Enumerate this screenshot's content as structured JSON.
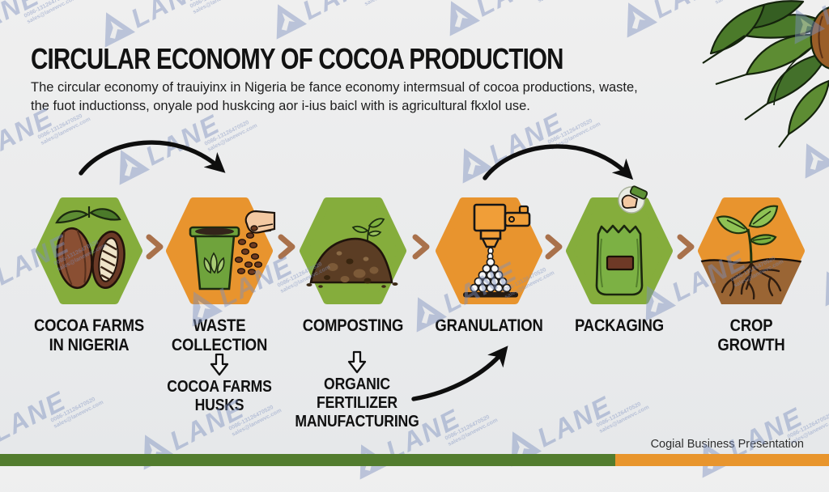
{
  "header": {
    "title": "CIRCULAR ECONOMY OF COCOA PRODUCTION",
    "subtitle": "The circular economy of trauiyinx in Nigeria be fance economy intermsual of cocoa productions, waste,\nthe fuot inductionss, onyale pod huskcing aor i-ius baicl with is agricultural fkxlol use."
  },
  "steps": [
    {
      "label": "COCOA FARMS\nIN NIGERIA",
      "icon": "cocoa-pods-icon",
      "hex_color": "green"
    },
    {
      "label": "WASTE\nCOLLECTION",
      "sublabel": "COCOA FARMS\nHUSKS",
      "icon": "waste-bin-icon",
      "hex_color": "orange"
    },
    {
      "label": "COMPOSTING",
      "sublabel": "ORGANIC\nFERTILIZER\nMANUFACTURING",
      "icon": "compost-pile-icon",
      "hex_color": "green"
    },
    {
      "label": "GRANULATION",
      "icon": "granulator-machine-icon",
      "hex_color": "orange"
    },
    {
      "label": "PACKAGING",
      "icon": "fertilizer-bag-icon",
      "hex_color": "green"
    },
    {
      "label": "CROP\nGROWTH",
      "icon": "seedling-roots-icon",
      "hex_color": "orange-brown"
    }
  ],
  "footer": {
    "credit": "Cogial Business Presentation"
  },
  "watermark": {
    "brand": "LANE",
    "phone": "0086-13126470520",
    "email": "sales@lanewvc.com"
  },
  "colors": {
    "hex_green": "#85ad3c",
    "hex_orange": "#e8942e",
    "soil_brown": "#9a6534",
    "bar_green": "#527c2e",
    "bar_orange": "#e8952d",
    "chevron": "#a9714b",
    "watermark_blue": "#7d90bf",
    "ink": "#101010"
  }
}
